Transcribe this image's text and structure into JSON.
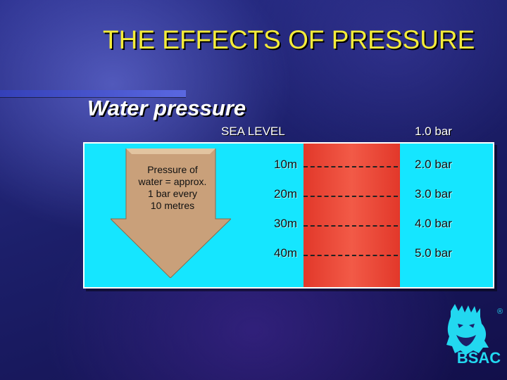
{
  "slide": {
    "title": "THE EFFECTS OF PRESSURE",
    "subtitle": "Water pressure"
  },
  "diagram": {
    "sea_level_label": "SEA LEVEL",
    "surface_pressure": "1.0 bar",
    "arrow_text": [
      "Pressure of",
      "water = approx.",
      "1 bar every",
      "10 metres"
    ],
    "depths": [
      {
        "depth": "10m",
        "pressure": "2.0 bar"
      },
      {
        "depth": "20m",
        "pressure": "3.0 bar"
      },
      {
        "depth": "30m",
        "pressure": "4.0 bar"
      },
      {
        "depth": "40m",
        "pressure": "5.0 bar"
      }
    ]
  },
  "logo": {
    "text": "BSAC",
    "mark": "®",
    "icon": "neptune-head-icon"
  },
  "colors": {
    "title": "#f4ec3a",
    "water": "#15e6ff",
    "column": "#e2382a",
    "arrow": "#c9a07a",
    "logo": "#22d8f0"
  }
}
